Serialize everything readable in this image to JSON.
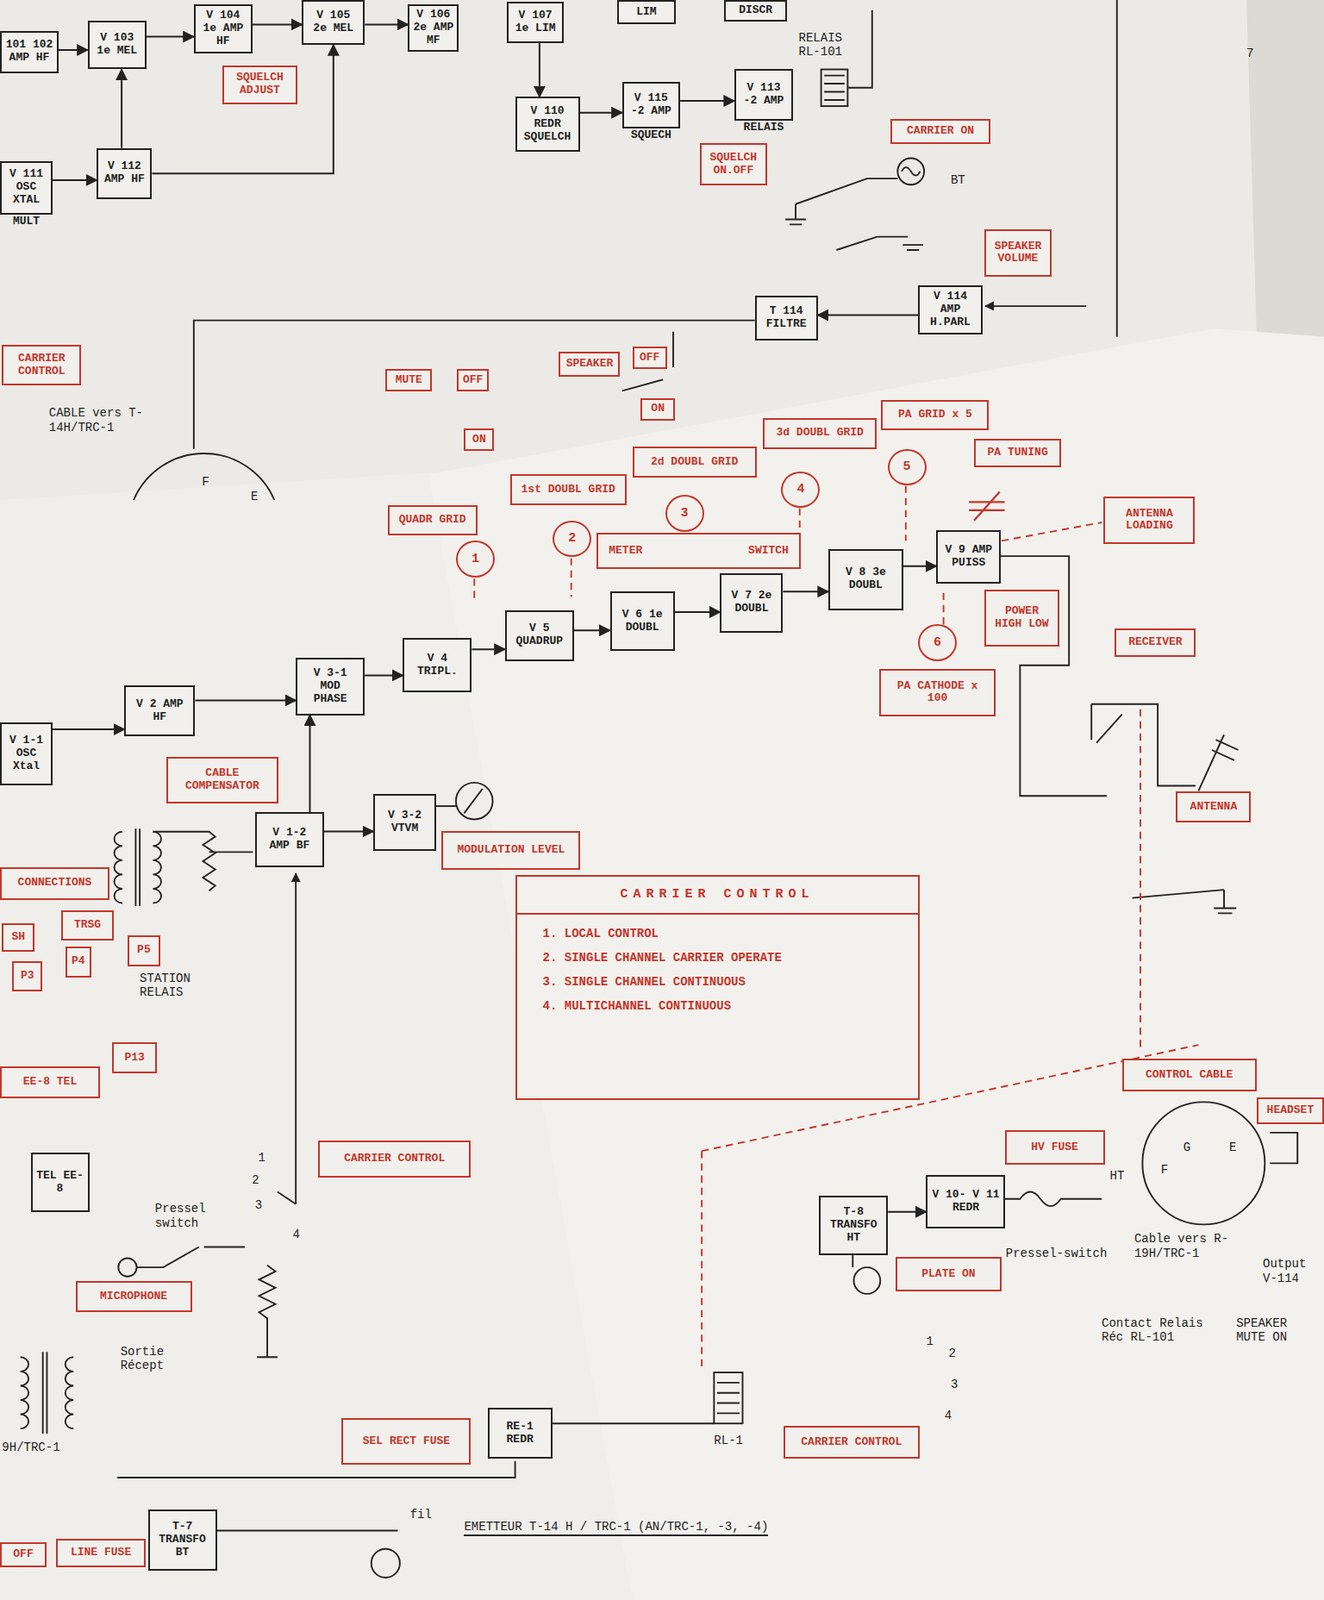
{
  "diagram": {
    "caption": "EMETTEUR T-14 H / TRC-1 (AN/TRC-1, -3, -4)",
    "nodes": [
      {
        "text": [
          "101 102 AMP HF"
        ]
      },
      {
        "text": [
          "V 103 1e MEL"
        ]
      },
      {
        "text": [
          "V 104 1e AMP HF"
        ]
      },
      {
        "text": [
          "V 105 2e MEL"
        ]
      },
      {
        "text": [
          "V 106 2e AMP MF"
        ]
      },
      {
        "text": [
          "V 107 1e LIM"
        ]
      },
      {
        "text": [
          "LIM"
        ]
      },
      {
        "text": [
          "DISCR"
        ]
      },
      {
        "text": [
          "V 110 REDR SQUELCH"
        ]
      },
      {
        "text": [
          "V 115 -2 AMP",
          "SQUECH"
        ]
      },
      {
        "text": [
          "V 113 -2 AMP",
          "RELAIS"
        ]
      },
      {
        "text": [
          "V 111 OSC XTAL",
          "MULT"
        ]
      },
      {
        "text": [
          "V 112 AMP HF"
        ]
      },
      {
        "text": [
          "T 114 FILTRE"
        ]
      },
      {
        "text": [
          "V 114 AMP H.PARL"
        ]
      },
      {
        "text": [
          "SQUELCH ADJUST"
        ]
      },
      {
        "text": [
          "SQUELCH ON.OFF"
        ]
      },
      {
        "text": [
          "CARRIER ON"
        ]
      },
      {
        "text": [
          "SPEAKER VOLUME"
        ]
      },
      {
        "text": [
          "CARRIER CONTROL"
        ]
      },
      {
        "text": [
          "MUTE"
        ]
      },
      {
        "text": [
          "OFF"
        ]
      },
      {
        "text": [
          "SPEAKER"
        ]
      },
      {
        "text": [
          "OFF"
        ]
      },
      {
        "text": [
          "ON"
        ]
      },
      {
        "text": [
          "ON"
        ]
      },
      {
        "text": [
          "QUADR GRID"
        ]
      },
      {
        "text": [
          "1st DOUBL GRID"
        ]
      },
      {
        "text": [
          "2d DOUBL GRID"
        ]
      },
      {
        "text": [
          "3d DOUBL GRID"
        ]
      },
      {
        "text": [
          "PA GRID x 5"
        ]
      },
      {
        "text": [
          "PA TUNING"
        ]
      },
      {
        "text": [
          "ANTENNA LOADING"
        ]
      },
      {
        "text": [
          "1"
        ]
      },
      {
        "text": [
          "2"
        ]
      },
      {
        "text": [
          "3"
        ]
      },
      {
        "text": [
          "4"
        ]
      },
      {
        "text": [
          "5"
        ]
      },
      {
        "text": [
          "6"
        ]
      },
      {
        "text": [
          "METER",
          "SWITCH"
        ]
      },
      {
        "text": [
          "V 5 QUADRUP"
        ]
      },
      {
        "text": [
          "V 6 1e DOUBL"
        ]
      },
      {
        "text": [
          "V 7 2e DOUBL"
        ]
      },
      {
        "text": [
          "V 8 3e DOUBL"
        ]
      },
      {
        "text": [
          "V 9 AMP PUISS"
        ]
      },
      {
        "text": [
          "POWER HIGH LOW"
        ]
      },
      {
        "text": [
          "PA CATHODE x 100"
        ]
      },
      {
        "text": [
          "RECEIVER"
        ]
      },
      {
        "text": [
          "ANTENNA"
        ]
      },
      {
        "text": [
          "V 3-1 MOD PHASE"
        ]
      },
      {
        "text": [
          "V 4 TRIPL."
        ]
      },
      {
        "text": [
          "V 2 AMP HF"
        ]
      },
      {
        "text": [
          "V 1-1 OSC Xtal"
        ]
      },
      {
        "text": [
          "CABLE COMPENSATOR"
        ]
      },
      {
        "text": [
          "V 1-2 AMP BF"
        ]
      },
      {
        "text": [
          "V 3-2 VTVM"
        ]
      },
      {
        "text": [
          "MODULATION LEVEL"
        ]
      },
      {
        "text": [
          "CARRIER CONTROL",
          "1. LOCAL CONTROL",
          "2. SINGLE CHANNEL CARRIER OPERATE",
          "3. SINGLE CHANNEL CONTINUOUS",
          "4. MULTICHANNEL CONTINUOUS"
        ]
      },
      {
        "text": [
          "CONNECTIONS"
        ]
      },
      {
        "text": [
          "SH"
        ]
      },
      {
        "text": [
          "TRSG"
        ]
      },
      {
        "text": [
          "P5"
        ]
      },
      {
        "text": [
          "P3"
        ]
      },
      {
        "text": [
          "P4"
        ]
      },
      {
        "text": [
          "P13"
        ]
      },
      {
        "text": [
          "EE-8 TEL"
        ]
      },
      {
        "text": [
          "TEL EE-8"
        ]
      },
      {
        "text": [
          "CARRIER CONTROL"
        ]
      },
      {
        "text": [
          "MICROPHONE"
        ]
      },
      {
        "text": [
          "SEL RECT FUSE"
        ]
      },
      {
        "text": [
          "RE-1 REDR"
        ]
      },
      {
        "text": [
          "T-7 TRANSFO BT"
        ]
      },
      {
        "text": [
          "LINE FUSE"
        ]
      },
      {
        "text": [
          "OFF"
        ]
      },
      {
        "text": [
          "T-8 TRANSFO HT"
        ]
      },
      {
        "text": [
          "V 10- V 11 REDR"
        ]
      },
      {
        "text": [
          "HV FUSE"
        ]
      },
      {
        "text": [
          "PLATE ON"
        ]
      },
      {
        "text": [
          "CONTROL CABLE"
        ]
      },
      {
        "text": [
          "HEADSET"
        ]
      },
      {
        "text": [
          "CARRIER CONTROL"
        ]
      }
    ],
    "edges": [
      {
        "from": 0,
        "to": 1,
        "arrow": "to"
      },
      {
        "from": 1,
        "to": 2,
        "arrow": "to"
      },
      {
        "from": 2,
        "to": 3,
        "arrow": "to"
      },
      {
        "from": 3,
        "to": 4,
        "arrow": "to"
      },
      {
        "from": 5,
        "to": 8,
        "arrow": "to"
      },
      {
        "from": 8,
        "to": 9,
        "arrow": "to"
      },
      {
        "from": 9,
        "to": 10,
        "arrow": "to"
      },
      {
        "from": 11,
        "to": 12,
        "arrow": "to"
      },
      {
        "from": 12,
        "to": 1,
        "arrow": "to"
      },
      {
        "from": 12,
        "to": 3,
        "arrow": "to"
      },
      {
        "from": 14,
        "to": 13,
        "arrow": "to"
      },
      {
        "from": 52,
        "to": 51,
        "arrow": "to"
      },
      {
        "from": 51,
        "to": 49,
        "arrow": "to"
      },
      {
        "from": 49,
        "to": 50,
        "arrow": "to"
      },
      {
        "from": 50,
        "to": 40,
        "arrow": "to"
      },
      {
        "from": 40,
        "to": 41,
        "arrow": "to"
      },
      {
        "from": 41,
        "to": 42,
        "arrow": "to"
      },
      {
        "from": 42,
        "to": 43,
        "arrow": "to"
      },
      {
        "from": 43,
        "to": 44,
        "arrow": "to"
      },
      {
        "from": 54,
        "to": 49,
        "arrow": "to"
      },
      {
        "from": 54,
        "to": 55,
        "arrow": "to"
      },
      {
        "from": 74,
        "to": 75,
        "arrow": "to"
      }
    ],
    "labels": [
      "RELAIS RL-101",
      "BT",
      "CABLE vers T-14H/TRC-1",
      "F",
      "E",
      "STATION RELAIS",
      "Pressel switch",
      "1",
      "2",
      "3",
      "4",
      "Sortie Récept",
      "9H/TRC-1",
      "fil",
      "RL-1",
      "HT",
      "G",
      "F",
      "E",
      "Cable vers R-19H/TRC-1",
      "Contact Relais Réc RL-101",
      "Output V-114",
      "SPEAKER MUTE ON",
      "Pressel-switch",
      "1",
      "2",
      "3",
      "4",
      "7"
    ]
  }
}
